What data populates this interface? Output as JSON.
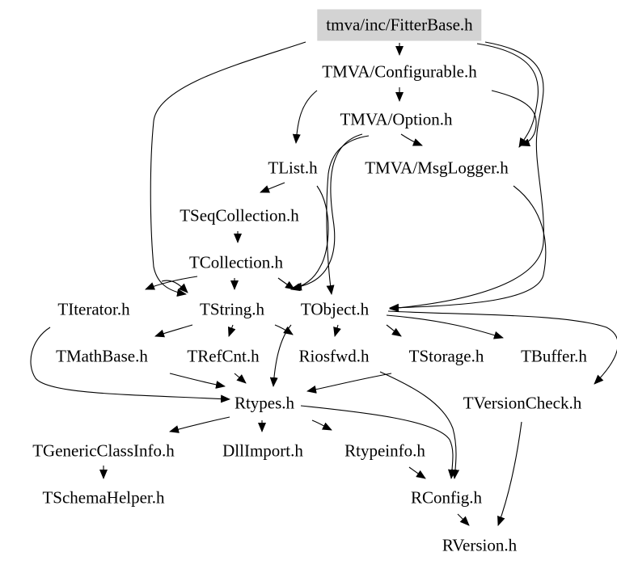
{
  "colors": {
    "edge": "#000000",
    "root_fill": "#d3d3d3",
    "text": "#000000",
    "background": "#ffffff"
  },
  "nodes": {
    "fitterbase": "tmva/inc/FitterBase.h",
    "configurable": "TMVA/Configurable.h",
    "option": "TMVA/Option.h",
    "tlist": "TList.h",
    "msglogger": "TMVA/MsgLogger.h",
    "tseqcollection": "TSeqCollection.h",
    "tcollection": "TCollection.h",
    "titerator": "TIterator.h",
    "tstring": "TString.h",
    "tobject": "TObject.h",
    "tmathbase": "TMathBase.h",
    "trefcnt": "TRefCnt.h",
    "riosfwd": "Riosfwd.h",
    "tstorage": "TStorage.h",
    "tbuffer": "TBuffer.h",
    "rtypes": "Rtypes.h",
    "tversioncheck": "TVersionCheck.h",
    "tgenericclassinfo": "TGenericClassInfo.h",
    "dllimport": "DllImport.h",
    "rtypeinfo": "Rtypeinfo.h",
    "tschemahelper": "TSchemaHelper.h",
    "rconfig": "RConfig.h",
    "rversion": "RVersion.h"
  }
}
